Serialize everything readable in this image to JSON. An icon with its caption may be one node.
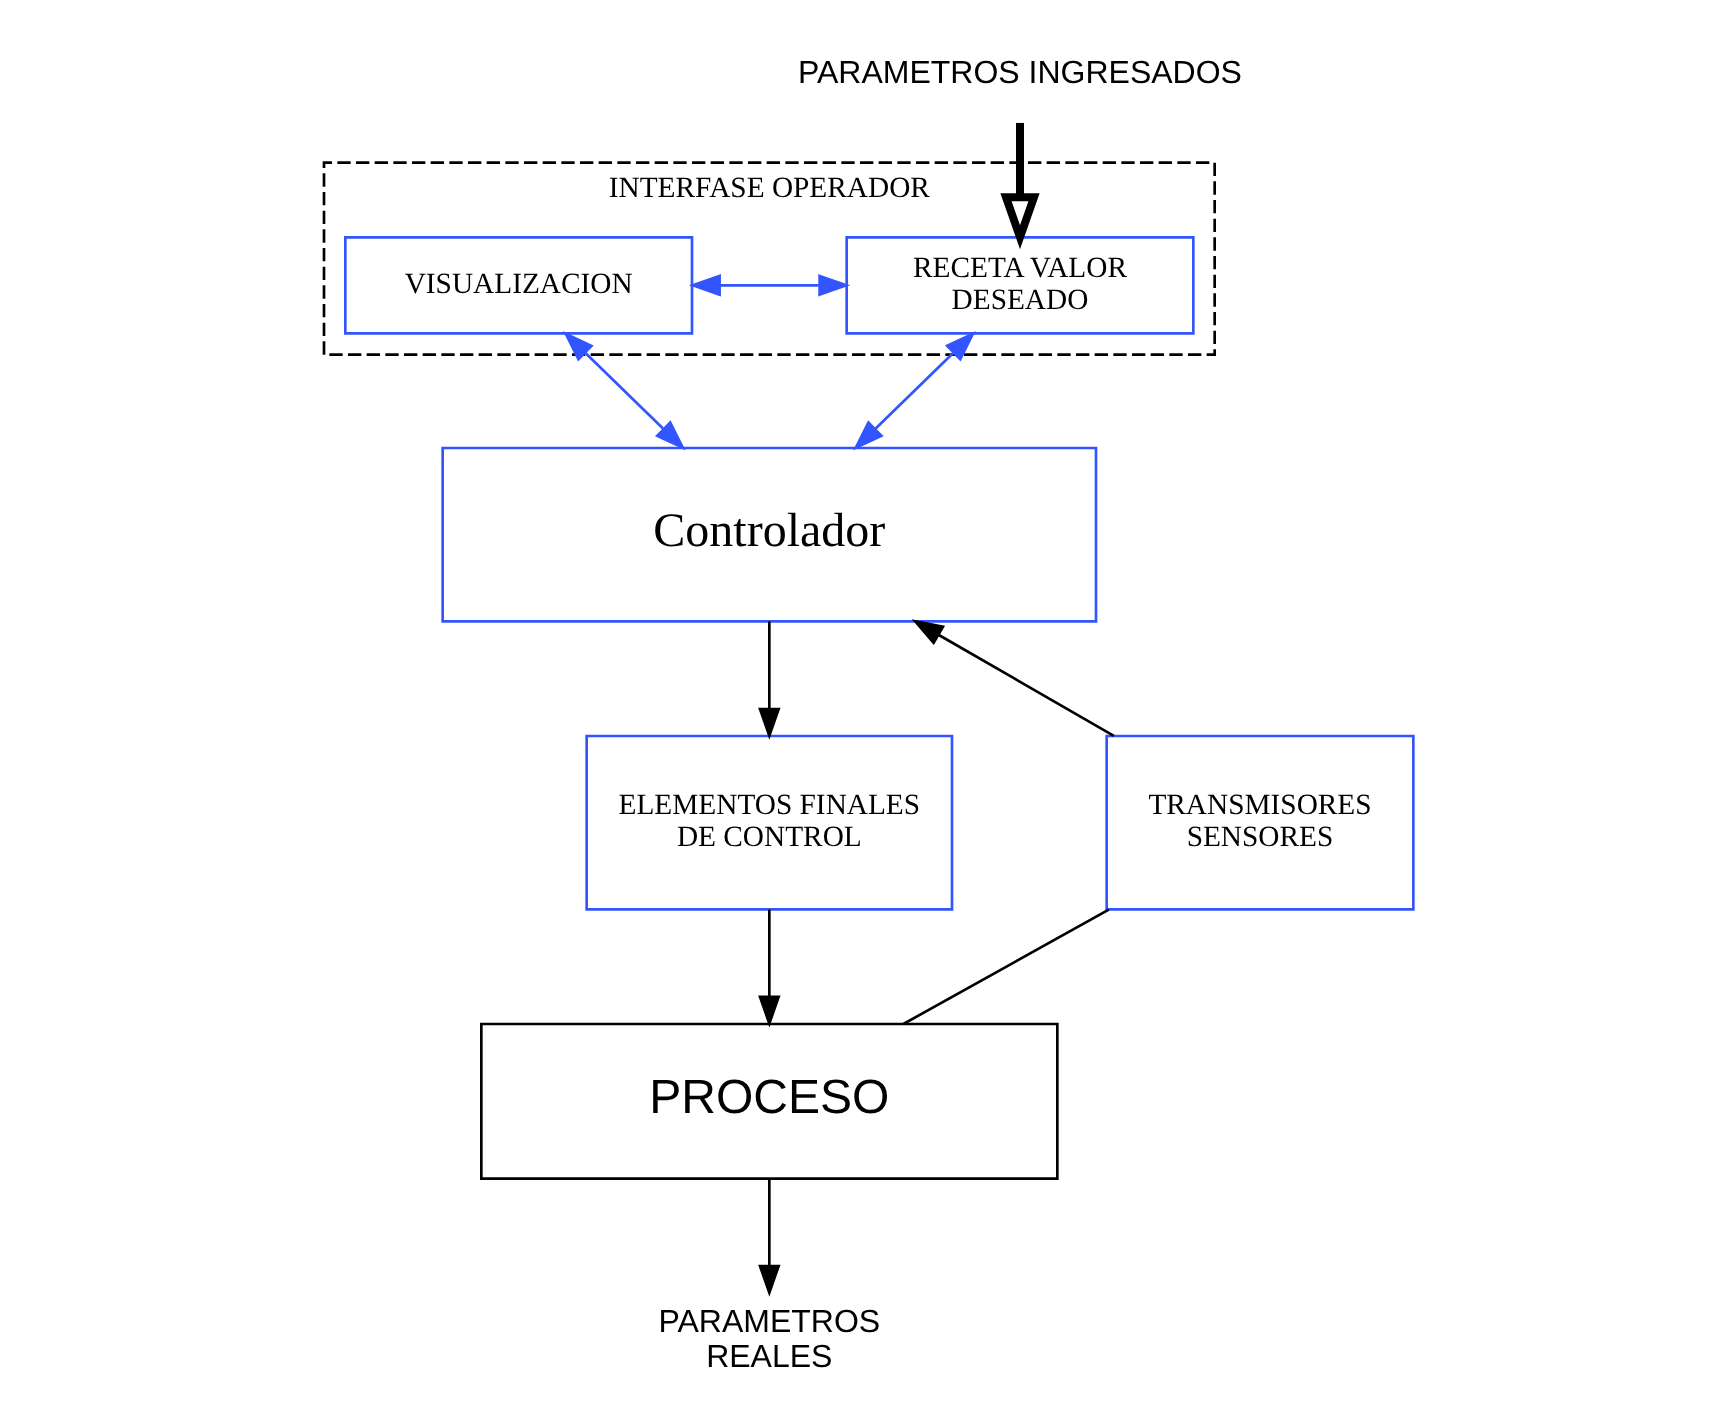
{
  "diagram": {
    "nodes": [
      {
        "text": [
          "INTERFASE OPERADOR"
        ]
      },
      {
        "text": [
          "RECETA VALOR DESEADO"
        ],
        "in": 0
      },
      {
        "text": [
          "VISUALIZACION"
        ],
        "in": 0
      },
      {
        "text": [
          "Controlador"
        ]
      },
      {
        "text": [
          "ELEMENTOS FINALES DE CONTROL"
        ]
      },
      {
        "text": [
          "TRANSMISORES SENSORES"
        ]
      },
      {
        "text": [
          "PROCESO"
        ]
      },
      {
        "text": [
          "PARAMETROS INGRESADOS"
        ]
      },
      {
        "text": [
          "PARAMETROS REALES"
        ]
      }
    ],
    "edges": [
      {
        "from": 7,
        "to": 1,
        "arrow": "to",
        "style": "thick"
      },
      {
        "from": 1,
        "to": 2,
        "arrow": "both",
        "color": "#3355ff"
      },
      {
        "from": 1,
        "to": 3,
        "arrow": "both",
        "color": "#3355ff"
      },
      {
        "from": 2,
        "to": 3,
        "arrow": "both",
        "color": "#3355ff"
      },
      {
        "from": 3,
        "to": 4,
        "arrow": "to"
      },
      {
        "from": 4,
        "to": 6,
        "arrow": "to"
      },
      {
        "from": 6,
        "to": 8,
        "arrow": "to"
      },
      {
        "from": 6,
        "to": 5,
        "arrow": "none"
      },
      {
        "from": 5,
        "to": 3,
        "arrow": "to"
      }
    ]
  }
}
